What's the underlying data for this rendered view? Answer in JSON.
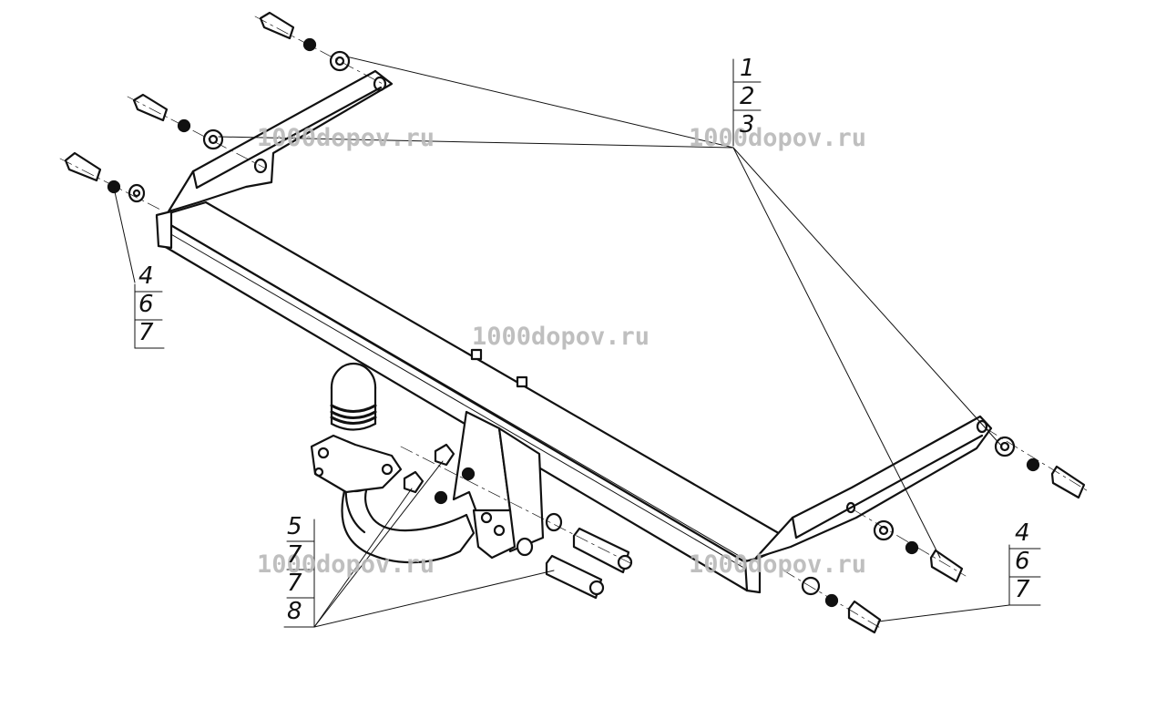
{
  "watermarks": {
    "w1": "1000dopov.ru",
    "w2": "1000dopov.ru",
    "w3": "1000dopov.ru",
    "w4": "1000dopov.ru",
    "w5": "1000dopov.ru"
  },
  "callouts": {
    "top_right": [
      "1",
      "2",
      "3"
    ],
    "left": [
      "4",
      "6",
      "7"
    ],
    "bottom_left": [
      "5",
      "7",
      "7",
      "8"
    ],
    "bottom_right": [
      "4",
      "6",
      "7"
    ]
  }
}
